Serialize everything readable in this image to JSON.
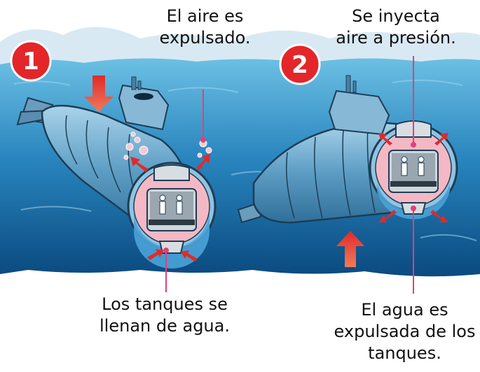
{
  "labels": {
    "air_expelled": [
      "El aire es",
      "expulsado."
    ],
    "air_injected": [
      "Se inyecta",
      "aire a presión."
    ],
    "tanks_fill": [
      "Los tanques se",
      "llenan de agua."
    ],
    "water_expelled": [
      "El agua es",
      "expulsada de los",
      "tanques."
    ]
  },
  "steps": [
    {
      "number": "1",
      "action": "dive"
    },
    {
      "number": "2",
      "action": "surface"
    }
  ],
  "colors": {
    "sea_top": "#5fb6dd",
    "sea_bottom": "#0b4f86",
    "badge": "#e3262a",
    "arrow": "#e02a2a",
    "pointer_line": "#e0407a",
    "hull": "#6fa7c8",
    "air_pocket": "#f4b8c4",
    "water_tank": "#4aa3d8"
  }
}
